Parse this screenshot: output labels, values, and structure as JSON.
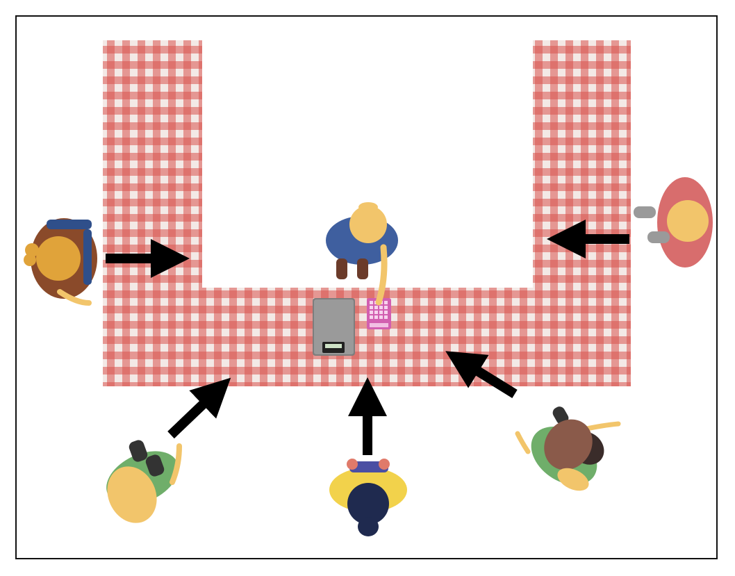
{
  "scene": {
    "description_free": true,
    "tablecloth": {
      "pattern": "gingham",
      "colors": {
        "red": "#d9534f",
        "light": "#f3e9e6"
      }
    },
    "counter_items": [
      {
        "name": "kitchen-scale",
        "icon": "scale-icon"
      },
      {
        "name": "calculator",
        "icon": "calculator-icon"
      }
    ],
    "people": [
      {
        "id": "cashier",
        "role": "behind-counter",
        "shirt": "#3f5f9f",
        "hair": "#f2c56b"
      },
      {
        "id": "customer-left",
        "shirt": "#8a4a2a",
        "hair": "#e0a33a"
      },
      {
        "id": "customer-right",
        "shirt": "#d86d6d",
        "hair": "#f2c56b"
      },
      {
        "id": "customer-bottom-left",
        "shirt": "#6fae6a",
        "hair": "#f2c56b"
      },
      {
        "id": "customer-bottom-center",
        "shirt": "#f2d24b",
        "hair": "#1f2a4f"
      },
      {
        "id": "customer-bottom-right",
        "shirt": "#6fae6a",
        "hair": "#8a5a4a"
      }
    ],
    "arrows": [
      {
        "from": "customer-left",
        "to": "counter-left-arm"
      },
      {
        "from": "customer-right",
        "to": "counter-right-arm"
      },
      {
        "from": "customer-bottom-left",
        "to": "counter-bottom"
      },
      {
        "from": "customer-bottom-center",
        "to": "counter-bottom"
      },
      {
        "from": "customer-bottom-right",
        "to": "counter-bottom"
      }
    ]
  }
}
